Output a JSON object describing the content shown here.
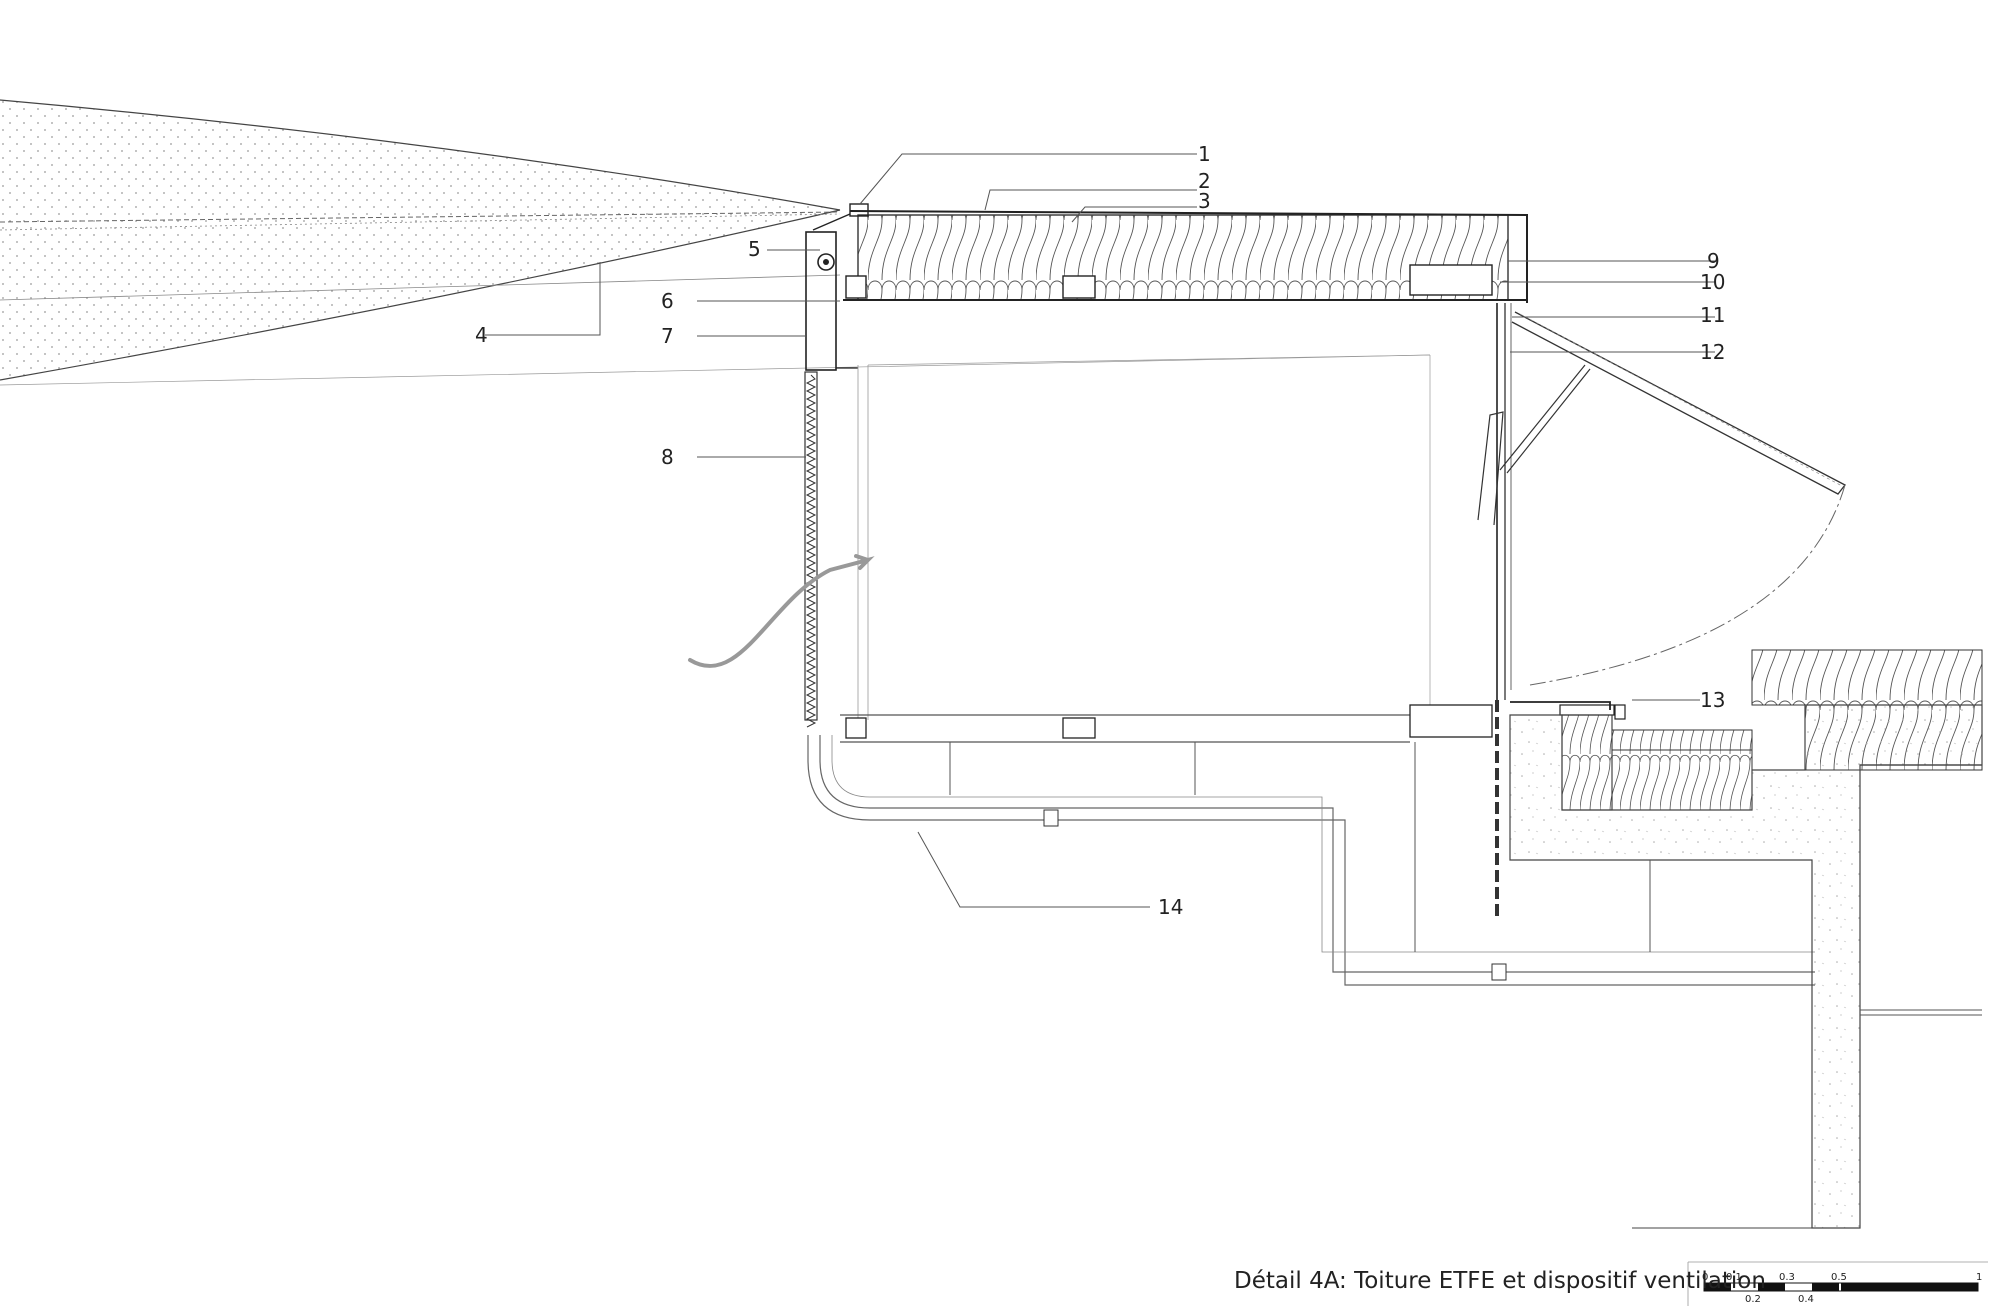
{
  "title": "Détail 4A: Toiture  ETFE et dispositif ventilation",
  "callouts": [
    "1",
    "2",
    "3",
    "4",
    "5",
    "6",
    "7",
    "8",
    "9",
    "10",
    "11",
    "12",
    "13",
    "14"
  ],
  "scale_bar": {
    "top_ticks": [
      "0",
      "0.1",
      "0.3",
      "0.5",
      "1"
    ],
    "bottom_ticks": [
      "0.2",
      "0.4"
    ]
  }
}
